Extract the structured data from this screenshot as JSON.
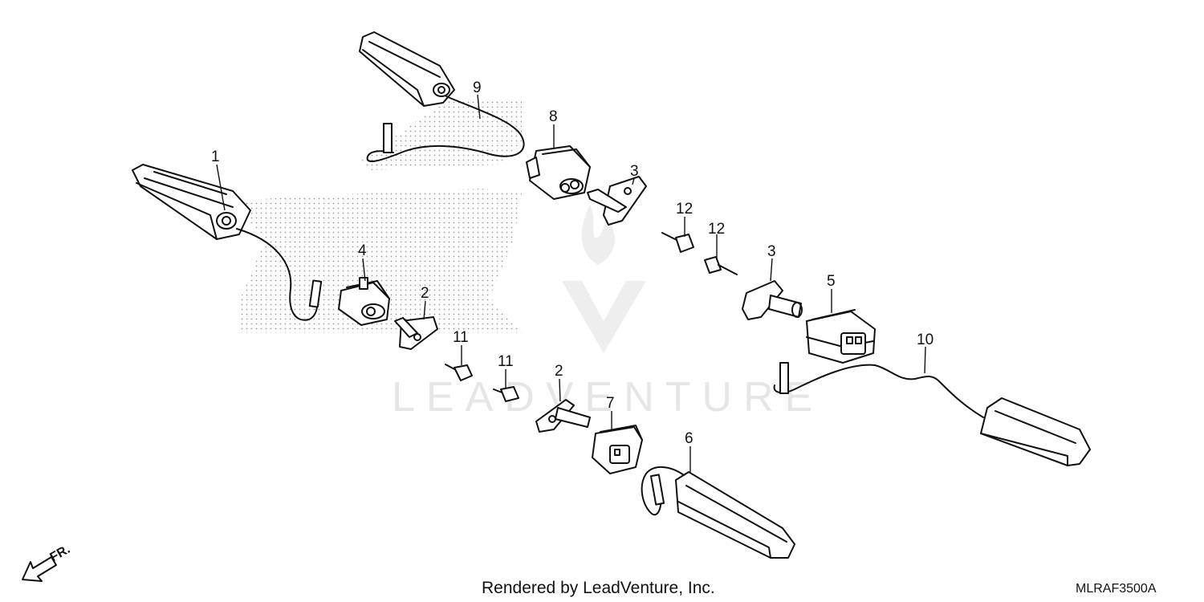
{
  "callouts": {
    "c1": "1",
    "c2a": "2",
    "c2b": "2",
    "c3a": "3",
    "c3b": "3",
    "c4": "4",
    "c5": "5",
    "c6": "6",
    "c7": "7",
    "c8": "8",
    "c9": "9",
    "c10": "10",
    "c11a": "11",
    "c11b": "11",
    "c12a": "12",
    "c12b": "12"
  },
  "orientation": {
    "label": "FR.",
    "icon": "front-direction-arrow-icon"
  },
  "footer": {
    "credit": "Rendered by LeadVenture, Inc.",
    "diagram_code": "MLRAF3500A"
  },
  "watermark": {
    "text": "LEADVENTURE",
    "logo": "leadventure-logo-icon"
  }
}
